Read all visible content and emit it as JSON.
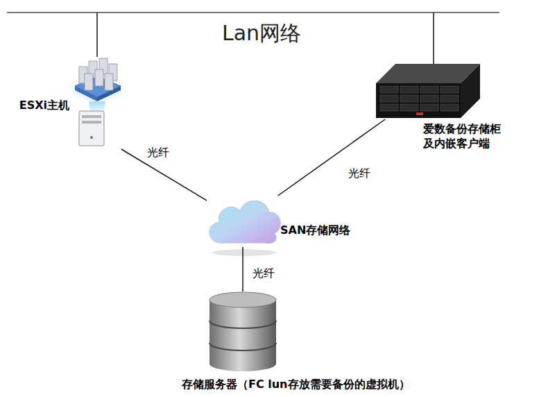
{
  "diagram": {
    "nodes": [
      {
        "text": [
          "ESXi主机"
        ]
      },
      {
        "text": [
          "爱数备份存储柜 及内嵌客户端"
        ]
      },
      {
        "text": [
          "SAN存储网络"
        ]
      },
      {
        "text": [
          "存储服务器（FC lun存放需要备份的虚拟机）"
        ]
      }
    ],
    "edges": [
      {
        "from": 0,
        "to": 2,
        "label": "光纤",
        "arrow": "none"
      },
      {
        "from": 1,
        "to": 2,
        "label": "光纤",
        "arrow": "none"
      },
      {
        "from": 2,
        "to": 3,
        "label": "光纤",
        "arrow": "none"
      }
    ],
    "labels": [
      "Lan网络"
    ]
  }
}
